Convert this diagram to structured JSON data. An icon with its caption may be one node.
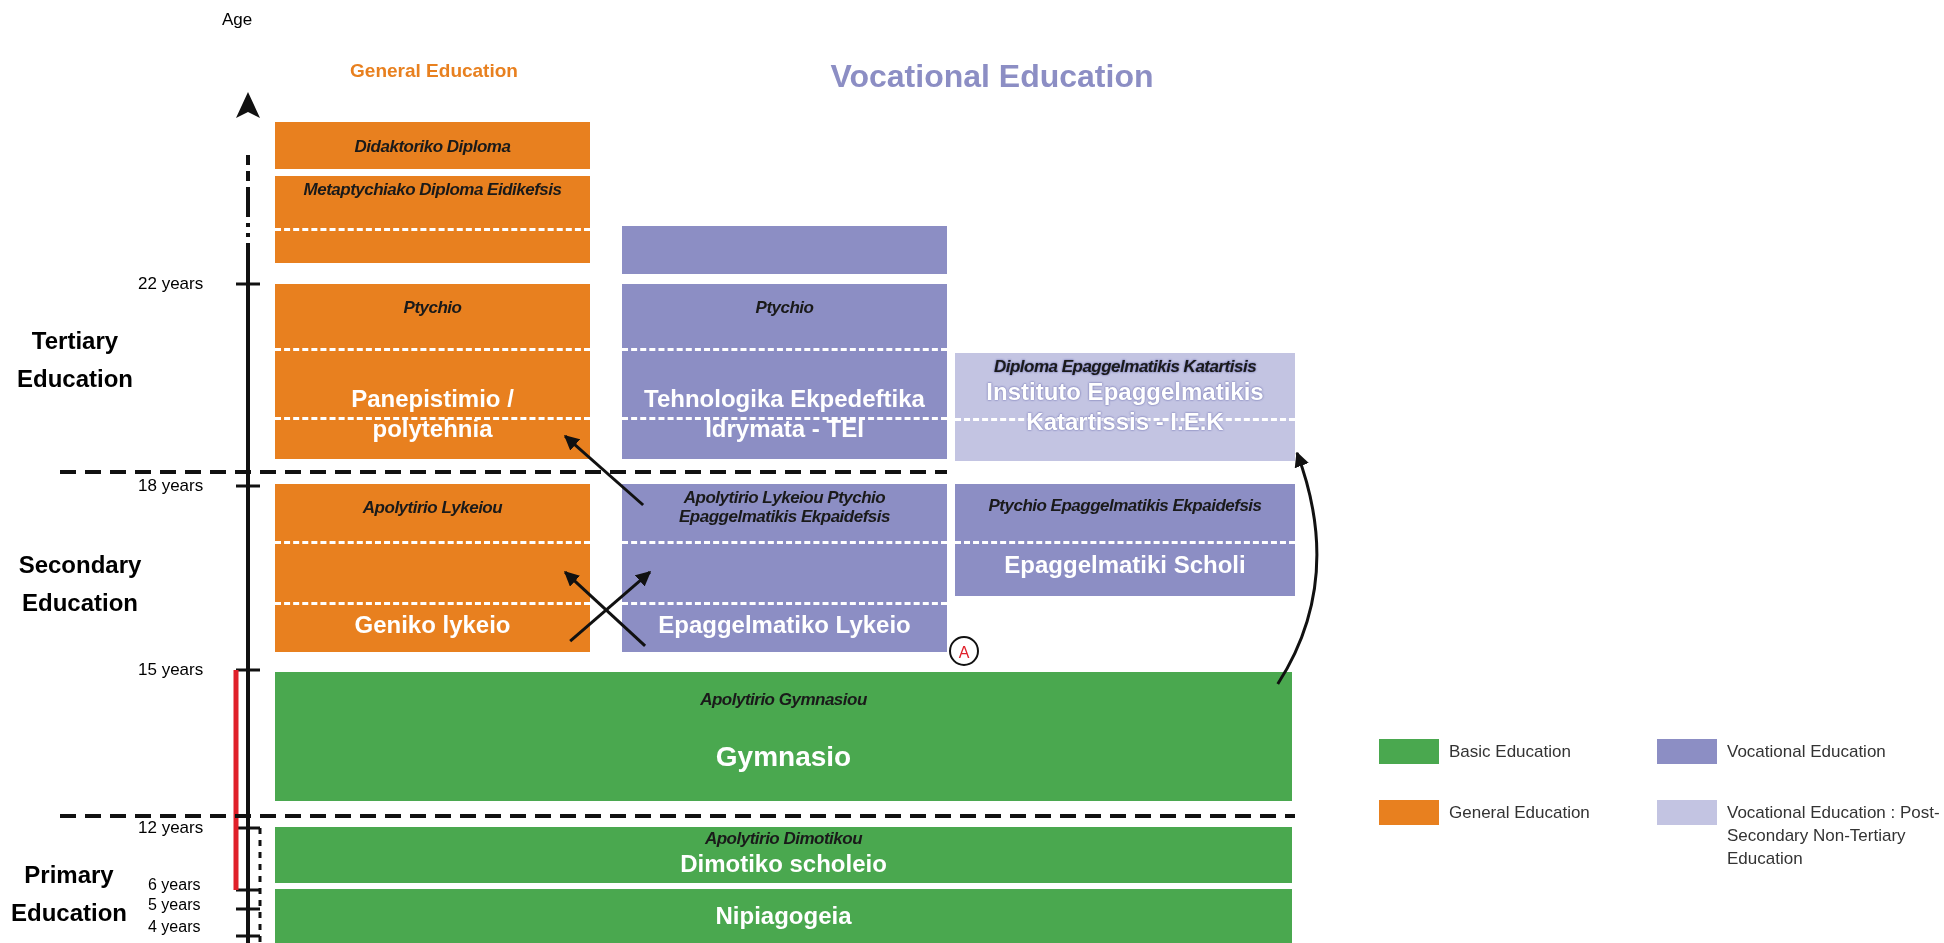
{
  "diagram": {
    "nodes": [
      {
        "text": [
          "Didaktoriko Diploma"
        ]
      },
      {
        "text": [
          "Metaptychiako Diploma Eidikefsis"
        ]
      },
      {
        "text": [],
        "shape": "box"
      },
      {
        "text": [
          "Ptychio",
          "Panepistimio / polytehnia"
        ]
      },
      {
        "text": [
          "Ptychio",
          "Tehnologika Ekpedeftika Idrymata - TEI"
        ]
      },
      {
        "text": [
          "Diploma Epaggelmatikis Katartisis",
          "Instituto Epaggelmatikis Katartissis - I.E.K"
        ]
      },
      {
        "text": [
          "Apolytirio Lykeiou",
          "Geniko lykeio"
        ]
      },
      {
        "text": [
          "Apolytirio Lykeiou Ptychio Epaggelmatikis Ekpaidefsis",
          "Epaggelmatiko Lykeio"
        ],
        "beside": [
          "A"
        ]
      },
      {
        "text": [
          "Ptychio Epaggelmatikis Ekpaidefsis",
          "Epaggelmatiki Scholi"
        ]
      },
      {
        "text": [
          "Apolytirio Gymnasiou",
          "Gymnasio"
        ]
      },
      {
        "text": [
          "Apolytirio Dimotikou",
          "Dimotiko scholeio"
        ]
      },
      {
        "text": [
          "Nipiagogeia"
        ]
      }
    ],
    "edges": [
      {
        "from": 6,
        "to": 7,
        "arrow": "to"
      },
      {
        "from": 7,
        "to": 6,
        "arrow": "to"
      },
      {
        "from": 7,
        "to": 3,
        "arrow": "to"
      },
      {
        "from": 9,
        "to": 5,
        "arrow": "to"
      }
    ],
    "labels": [
      "Age",
      "General Education",
      "Vocational Education",
      "22 years",
      "Tertiary Education",
      "18 years",
      "Secondary Education",
      "15 years",
      "12 years",
      "Primary Education",
      "6 years",
      "5 years",
      "4 years"
    ],
    "legend": [
      {
        "text": "Basic Education",
        "color": "#4aa84f"
      },
      {
        "text": "Vocational Education",
        "color": "#8c8ec4"
      },
      {
        "text": "General Education",
        "color": "#e8801f"
      },
      {
        "text": "Vocational Education : Post-Secondary Non-Tertiary Education",
        "color": "#c3c4e2"
      }
    ]
  }
}
